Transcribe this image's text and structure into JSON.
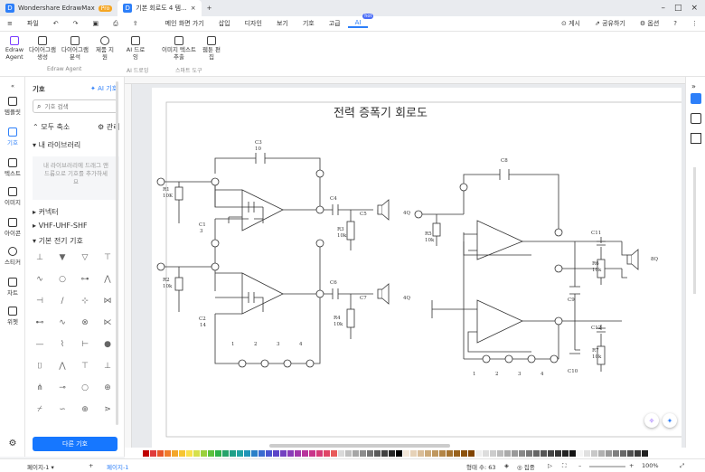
{
  "titlebar": {
    "app": "Wondershare EdrawMax",
    "pro": "Pro",
    "doc_tab": "기본 회로도 4 템...",
    "add": "+"
  },
  "menu": {
    "file": "파일",
    "items": [
      "메인 화면 가기",
      "삽입",
      "디자인",
      "보기",
      "기호",
      "고급",
      "AI"
    ],
    "new": "hot",
    "right": [
      "게시",
      "공유하기",
      "옵션"
    ]
  },
  "ribbon": {
    "buttons": [
      "Edraw Agent",
      "다이어그램 생성",
      "다이어그램 분석",
      "제품 지원",
      "AI 드로잉",
      "이미지 텍스트 추출",
      "웹툰 편집"
    ],
    "groups": [
      "Edraw Agent",
      "AI 드로잉",
      "스마트 도구"
    ]
  },
  "leftstrip": [
    "템플릿",
    "기호",
    "텍스트",
    "이미지",
    "아이콘",
    "스티커",
    "차트",
    "위젯"
  ],
  "panel": {
    "title": "기호",
    "ai": "AI 기호",
    "search_placeholder": "기호 검색",
    "collapse": "모두 축소",
    "manage": "관리",
    "mylib": "내 라이브러리",
    "empty": "내 라이브러리에 드래그 앤 드롭으로 기호를 추가하세요",
    "lib1": "커넥터",
    "lib2": "VHF-UHF-SHF",
    "lib3": "기본 전기 기호",
    "more": "다른 기호"
  },
  "diagram": {
    "title": "전력 증폭기 회로도",
    "labels": {
      "c3": "C3",
      "c3v": "10",
      "r1": "R1",
      "r1v": "10K",
      "c1": "C1",
      "c1v": "3",
      "c4": "C4",
      "c5": "C5",
      "r3": "R3",
      "r3v": "10k",
      "s1": "4Q",
      "r2": "R2",
      "r2v": "10k",
      "c2": "C2",
      "c2v": "14",
      "c6": "C6",
      "c7": "C7",
      "r4": "R4",
      "r4v": "10k",
      "s2": "4Q",
      "c8": "C8",
      "r5": "R5",
      "r5v": "10k",
      "c11": "C11",
      "r6": "R6",
      "r6v": "10k",
      "c9": "C9",
      "c12": "C12",
      "r7": "R7",
      "r7v": "10k",
      "c10": "C10",
      "s3": "8Q",
      "p1": "1",
      "p2": "2",
      "p3": "3",
      "p4": "4"
    }
  },
  "status": {
    "page": "페이지-1",
    "page_tab": "페이지-1",
    "shapes": "형태 수: 63",
    "focus": "집중",
    "zoom": "100%"
  },
  "colors": {
    "accent": "#2d7ff9",
    "brand": "#1677ff"
  }
}
